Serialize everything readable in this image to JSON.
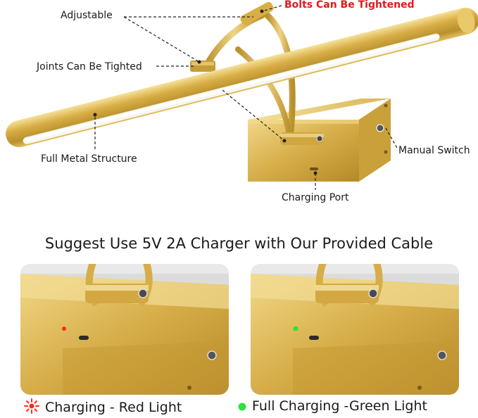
{
  "callouts": {
    "adjustable": "Adjustable",
    "bolts": "Bolts Can Be Tightened",
    "joints": "Joints Can Be Tighted",
    "metal": "Full Metal Structure",
    "switch": "Manual Switch",
    "port": "Charging Port"
  },
  "headline": "Suggest Use 5V 2A Charger with Our Provided Cable",
  "legend": {
    "charging": "Charging - Red Light",
    "full": "Full Charging -Green Light"
  },
  "colors": {
    "brass": "#d4a93c",
    "brass_dark": "#a9801e",
    "brass_light": "#f3dc8f",
    "red_led": "#ff2a1a",
    "green_led": "#2ee23a",
    "callout_red": "#e01a1a"
  },
  "icons": {
    "charging_indicator": "red-sunburst-icon",
    "full_indicator": "green-dot-icon"
  }
}
